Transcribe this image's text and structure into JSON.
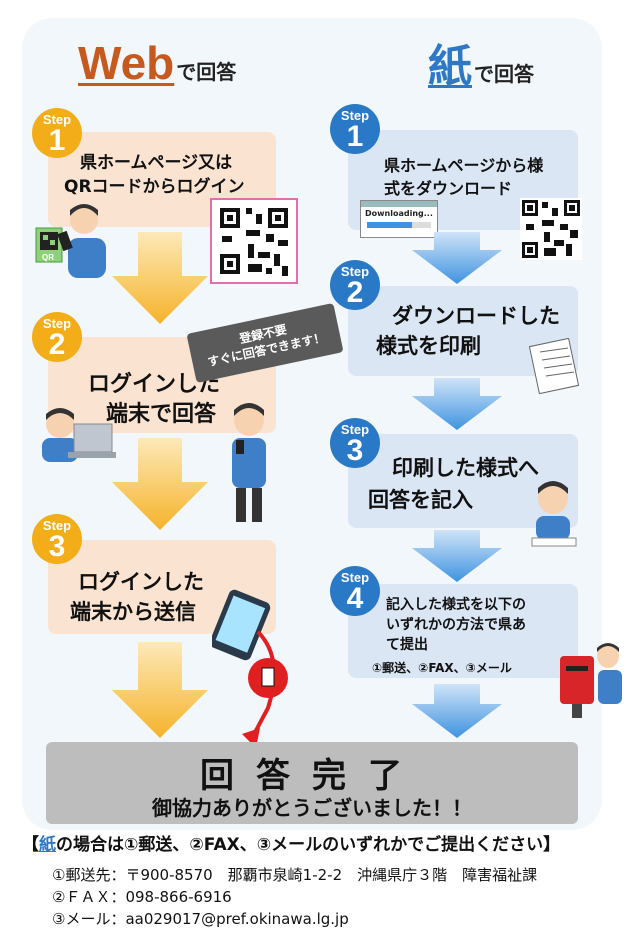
{
  "web": {
    "head_big": "Web",
    "head_small": "で回答",
    "steps": [
      {
        "label": "Step",
        "num": "1",
        "lines": [
          "県ホームページ又は",
          "QRコードからログイン"
        ]
      },
      {
        "label": "Step",
        "num": "2",
        "lines": [
          "ログインした",
          "端末で回答"
        ]
      },
      {
        "label": "Step",
        "num": "3",
        "lines": [
          "ログインした",
          "端末から送信"
        ]
      }
    ],
    "stamp_lines": [
      "登録不要",
      "すぐに回答できます！"
    ],
    "phone_qr_label": "QR"
  },
  "paper": {
    "head_big": "紙",
    "head_small": "で回答",
    "steps": [
      {
        "label": "Step",
        "num": "1",
        "lines": [
          "県ホームページから様",
          "式をダウンロード"
        ]
      },
      {
        "label": "Step",
        "num": "2",
        "lines": [
          "ダウンロードした",
          "様式を印刷"
        ]
      },
      {
        "label": "Step",
        "num": "3",
        "lines": [
          "印刷した様式へ",
          "回答を記入"
        ]
      },
      {
        "label": "Step",
        "num": "4",
        "lines": [
          "記入した様式を以下の",
          "いずれかの方法で県あ",
          "て提出"
        ],
        "methods": "①郵送、②FAX、③メール"
      }
    ],
    "download_label": "Downloading..."
  },
  "done": {
    "title": "回答完了",
    "subtitle": "御協力ありがとうございました！！"
  },
  "note": {
    "open": "【",
    "paper": "紙",
    "rest": "の場合は①郵送、②FAX、③メールのいずれかでご提出ください】"
  },
  "contacts": [
    "①郵送先：〒900-8570　那覇市泉崎1-2-2　沖縄県庁３階　障害福祉課",
    "②ＦＡＸ：098-866-6916",
    "③メール：aa029017@pref.okinawa.lg.jp"
  ],
  "colors": {
    "web_accent": "#c65a1e",
    "paper_accent": "#2e79c6",
    "web_box": "#fbe3d2",
    "paper_box": "#dbe6f4",
    "step_badge_web": "#f2ad18",
    "step_badge_paper": "#2a79c6",
    "arrow_web": "#f5b32a",
    "arrow_paper": "#3f93e0"
  }
}
